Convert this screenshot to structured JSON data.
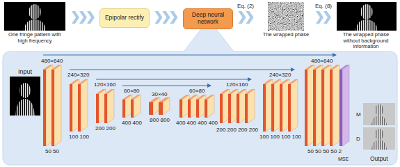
{
  "diagram": {
    "nodes": [
      {
        "text": [
          "One fringe pattern with high frequency"
        ]
      },
      {
        "text": [
          "Epipolar rectify"
        ]
      },
      {
        "text": [
          "Deep neural network"
        ]
      },
      {
        "text": [
          "The wrapped phase"
        ]
      },
      {
        "text": [
          "The wrapped phase without background information"
        ]
      }
    ],
    "edges": [
      {
        "from": 0,
        "to": 1,
        "arrow": "to"
      },
      {
        "from": 1,
        "to": 2,
        "arrow": "to"
      },
      {
        "from": 2,
        "to": 3,
        "label": "Eq. (2)",
        "arrow": "to"
      },
      {
        "from": 3,
        "to": 4,
        "label": "Eq. (8)",
        "arrow": "to"
      }
    ],
    "labels": [
      "Input",
      "480×640",
      "240×320",
      "120×160",
      "60×80",
      "30×40",
      "60×80",
      "120×160",
      "240×320",
      "480×640",
      "50 50",
      "100 100",
      "200 200",
      "400 400",
      "800 800",
      "400 400 400 400",
      "200 200 200 200",
      "100 100 100 100",
      "50 50 50 50 2",
      "MSE",
      "M",
      "D",
      "Output"
    ]
  }
}
